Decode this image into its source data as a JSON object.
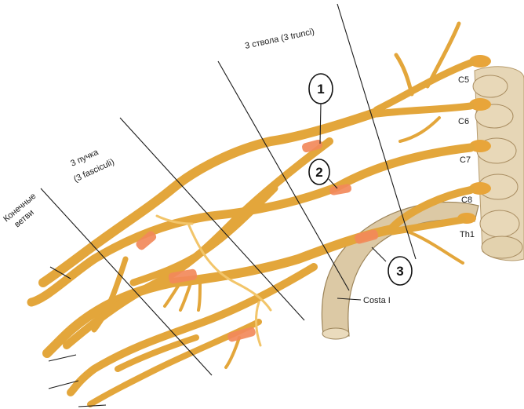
{
  "labels": {
    "trunks": "3 ствола (3 trunci)",
    "fascicles_line1": "3 пучка",
    "fascicles_line2": "(3 fasciculi)",
    "terminal_line1": "Конечные",
    "terminal_line2": "ветви",
    "c5": "C5",
    "c6": "C6",
    "c7": "C7",
    "c8": "C8",
    "th1": "Th1",
    "costa": "Costa I"
  },
  "markers": [
    "1",
    "2",
    "3"
  ],
  "colors": {
    "nerve": "#e3a63b",
    "nerve_highlight": "#f2c56a",
    "highlight_patch": "#f2895a",
    "bone": "#d9c7a4",
    "leader_line": "#1a1a1a"
  }
}
